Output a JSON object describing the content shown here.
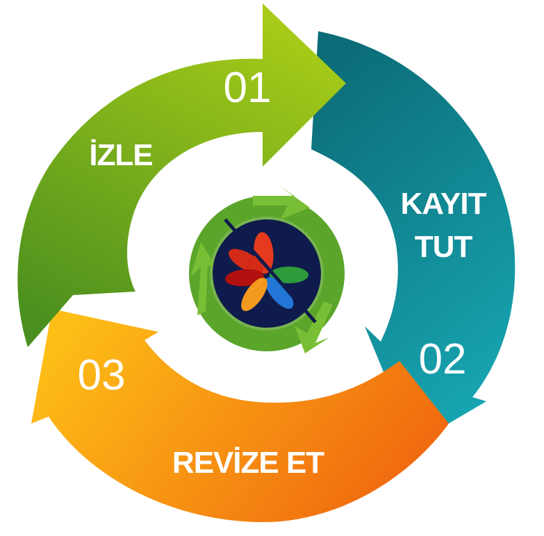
{
  "steps": [
    {
      "number": "01",
      "label": "İZLE",
      "color_start": "#a8cc18",
      "color_end": "#4a8f1f"
    },
    {
      "number": "02",
      "label_lines": [
        "KAYIT",
        "TUT"
      ],
      "color_start": "#0c6d78",
      "color_end": "#17a7b3"
    },
    {
      "number": "03",
      "label": "REVİZE ET",
      "color_start": "#fdbe16",
      "color_end": "#f0650f"
    }
  ],
  "logo": {
    "ring_color": "#5ba52b",
    "disc_color": "#0f1b4c",
    "petal_colors": [
      "#e53a1e",
      "#d42a18",
      "#b0110f",
      "#2e9b3a",
      "#2277d6",
      "#f39a1e"
    ]
  }
}
